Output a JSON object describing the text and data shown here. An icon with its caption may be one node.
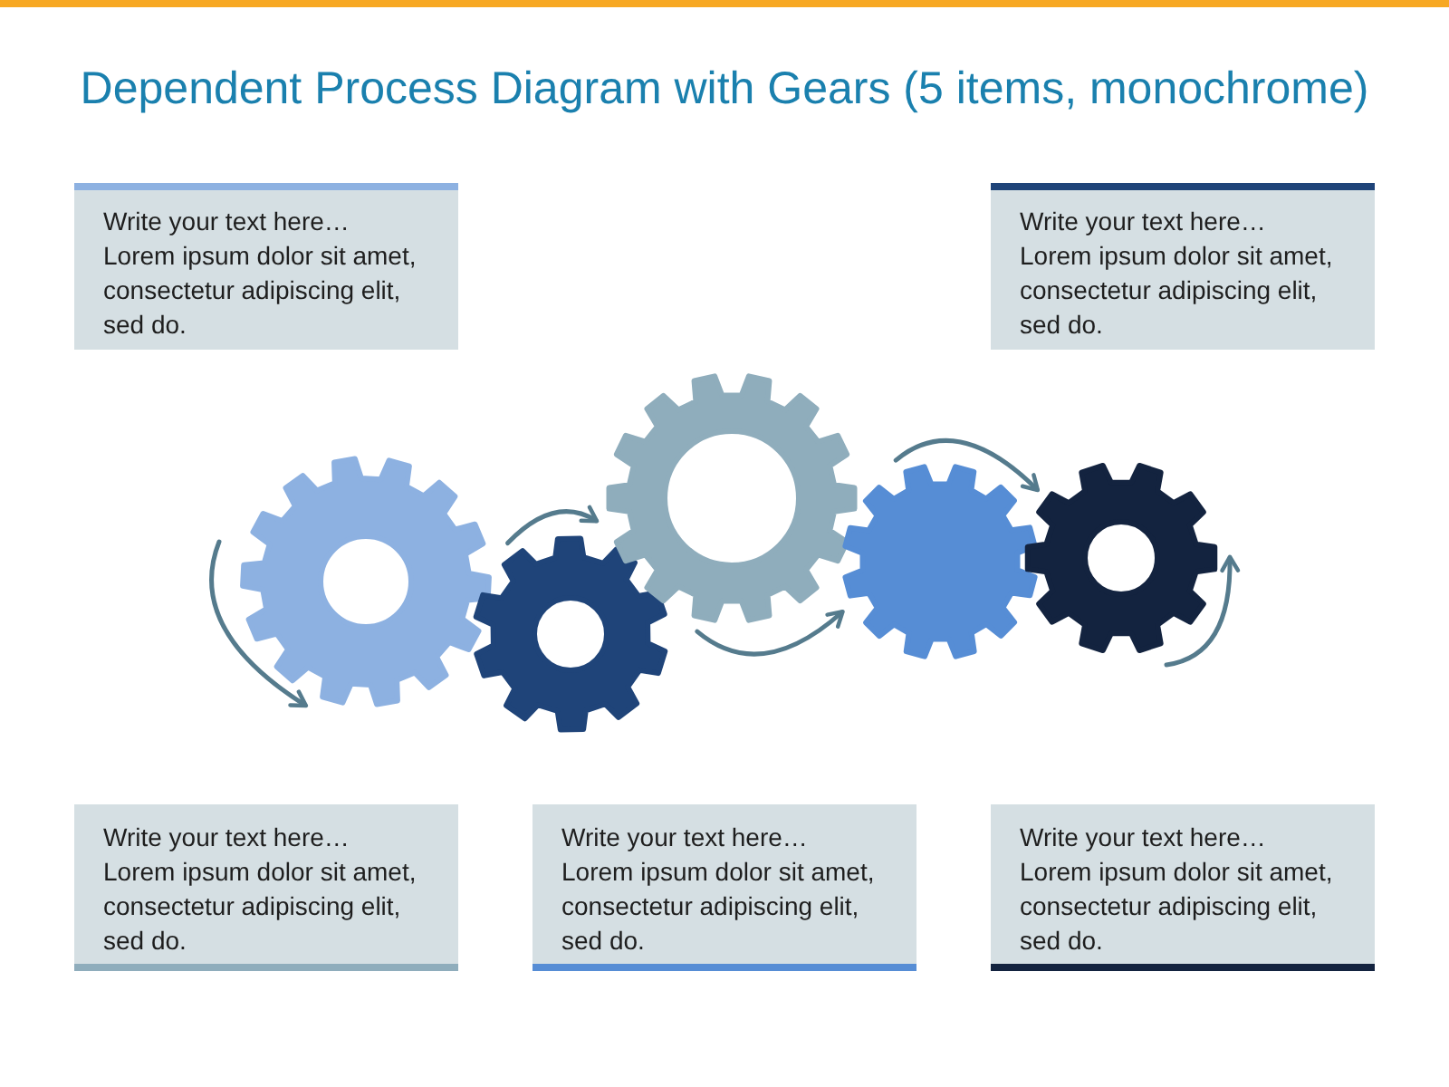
{
  "diagram": {
    "title": "Dependent Process Diagram with Gears (5 items, monochrome)",
    "nodes": [
      {
        "text": [
          "Write your text here…",
          "Lorem ipsum dolor sit amet, consectetur adipiscing elit, sed do."
        ]
      },
      {
        "text": [
          "Write your text here…",
          "Lorem ipsum dolor sit amet, consectetur adipiscing elit, sed do."
        ]
      },
      {
        "text": [],
        "shape": "gear"
      },
      {
        "text": [],
        "shape": "gear"
      },
      {
        "text": [],
        "shape": "gear"
      },
      {
        "text": [],
        "shape": "gear"
      },
      {
        "text": [],
        "shape": "gear"
      },
      {
        "text": [
          "Write your text here…",
          "Lorem ipsum dolor sit amet, consectetur adipiscing elit, sed do."
        ]
      },
      {
        "text": [
          "Write your text here…",
          "Lorem ipsum dolor sit amet, consectetur adipiscing elit, sed do."
        ]
      },
      {
        "text": [
          "Write your text here…",
          "Lorem ipsum dolor sit amet, consectetur adipiscing elit, sed do."
        ]
      }
    ],
    "edges": [
      {
        "from": null,
        "to": 2,
        "arrow": "to"
      },
      {
        "from": 3,
        "to": 4,
        "arrow": "to"
      },
      {
        "from": 4,
        "to": 5,
        "arrow": "to"
      },
      {
        "from": 5,
        "to": 6,
        "arrow": "to"
      },
      {
        "from": null,
        "to": 6,
        "arrow": "to"
      }
    ]
  }
}
